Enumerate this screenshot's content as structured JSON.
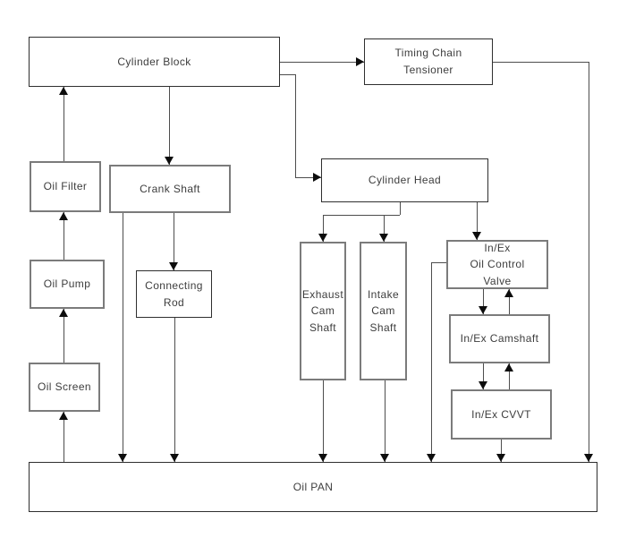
{
  "diagram": {
    "boxes": {
      "cylinder_block": {
        "label": "Cylinder Block"
      },
      "timing_chain_tensioner": {
        "label": "Timing Chain\nTensioner"
      },
      "oil_filter": {
        "label": "Oil Filter"
      },
      "crank_shaft": {
        "label": "Crank Shaft"
      },
      "cylinder_head": {
        "label": "Cylinder Head"
      },
      "oil_pump": {
        "label": "Oil Pump"
      },
      "connecting_rod": {
        "label": "Connecting\nRod"
      },
      "exhaust_cam_shaft": {
        "label": "Exhaust\nCam\nShaft"
      },
      "intake_cam_shaft": {
        "label": "Intake\nCam\nShaft"
      },
      "in_ex_oil_control_valve": {
        "label": "In/Ex\nOil Control\nValve"
      },
      "in_ex_camshaft": {
        "label": "In/Ex Camshaft"
      },
      "in_ex_cvvt": {
        "label": "In/Ex CVVT"
      },
      "oil_screen": {
        "label": "Oil Screen"
      },
      "oil_pan": {
        "label": "Oil PAN"
      }
    },
    "edges": [
      {
        "from": "oil-pan",
        "to": "oil-screen"
      },
      {
        "from": "oil-screen",
        "to": "oil-pump"
      },
      {
        "from": "oil-pump",
        "to": "oil-filter"
      },
      {
        "from": "oil-filter",
        "to": "cylinder-block"
      },
      {
        "from": "cylinder-block",
        "to": "crank-shaft"
      },
      {
        "from": "cylinder-block",
        "to": "timing-chain-tensioner"
      },
      {
        "from": "cylinder-block",
        "to": "cylinder-head"
      },
      {
        "from": "timing-chain-tensioner",
        "to": "oil-pan"
      },
      {
        "from": "crank-shaft",
        "to": "connecting-rod"
      },
      {
        "from": "crank-shaft",
        "to": "oil-pan"
      },
      {
        "from": "connecting-rod",
        "to": "oil-pan"
      },
      {
        "from": "cylinder-head",
        "to": "exhaust-cam-shaft"
      },
      {
        "from": "cylinder-head",
        "to": "intake-cam-shaft"
      },
      {
        "from": "cylinder-head",
        "to": "in-ex-oil-control-valve"
      },
      {
        "from": "in-ex-oil-control-valve",
        "to": "in-ex-camshaft"
      },
      {
        "from": "in-ex-camshaft",
        "to": "in-ex-oil-control-valve"
      },
      {
        "from": "in-ex-camshaft",
        "to": "in-ex-cvvt"
      },
      {
        "from": "in-ex-cvvt",
        "to": "in-ex-camshaft"
      },
      {
        "from": "in-ex-oil-control-valve",
        "to": "oil-pan"
      },
      {
        "from": "exhaust-cam-shaft",
        "to": "oil-pan"
      },
      {
        "from": "intake-cam-shaft",
        "to": "oil-pan"
      },
      {
        "from": "in-ex-cvvt",
        "to": "oil-pan"
      }
    ],
    "colors": {
      "background": "#ffffff",
      "line": "#4d4d4d",
      "arrowhead": "#0d0d0d",
      "box_border_dark": "#2f2f2f",
      "box_border_gray": "#7b7b7b",
      "text": "#3d3d3d"
    }
  }
}
